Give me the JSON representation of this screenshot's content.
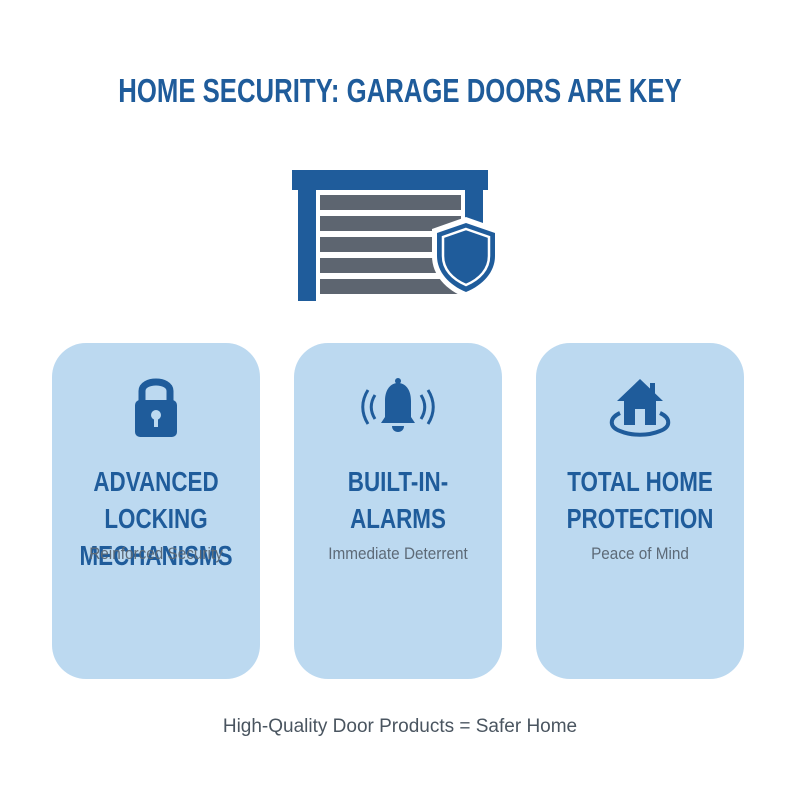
{
  "title": "HOME SECURITY: GARAGE DOORS ARE KEY",
  "hero": {
    "icons": [
      "garage-door-icon",
      "shield-icon"
    ]
  },
  "cards": [
    {
      "icon": "padlock-icon",
      "heading_line1": "ADVANCED LOCKING",
      "heading_line2": "MECHANISMS",
      "subtitle": "Reinforced Security"
    },
    {
      "icon": "alarm-bell-icon",
      "heading_line1": "BUILT-IN-",
      "heading_line2": "ALARMS",
      "subtitle": "Immediate Deterrent"
    },
    {
      "icon": "house-protection-icon",
      "heading_line1": "TOTAL HOME",
      "heading_line2": "PROTECTION",
      "subtitle": "Peace of Mind"
    }
  ],
  "footer": "High-Quality Door Products = Safer Home",
  "colors": {
    "title": "#1f5c9b",
    "card_background": "#bcd9f0",
    "icon_blue": "#1f5c9b",
    "garage_slats": "#5d6570",
    "subtitle_text": "#5d6a77"
  }
}
